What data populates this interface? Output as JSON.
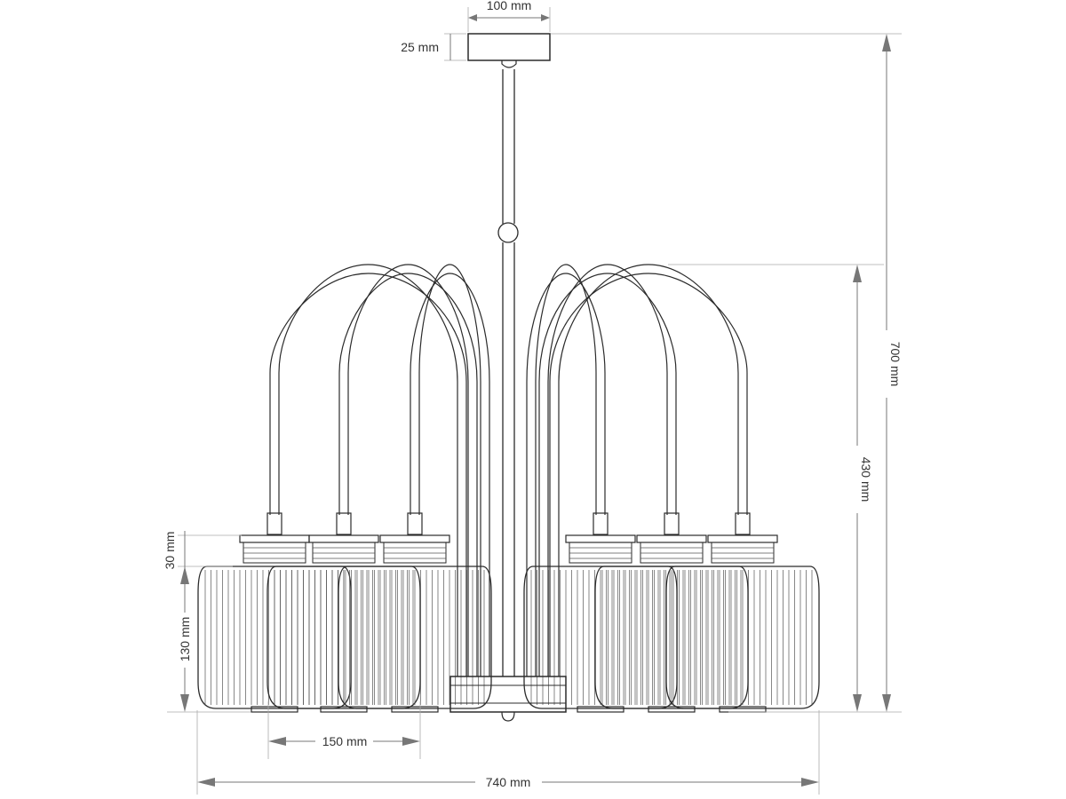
{
  "dimensions": {
    "canopy_width": "100 mm",
    "canopy_height": "25 mm",
    "overall_height": "700 mm",
    "arm_height": "430 mm",
    "cap_height": "30 mm",
    "shade_height": "130 mm",
    "shade_width": "150 mm",
    "overall_width": "740 mm"
  },
  "colors": {
    "line": "#2b2b2b",
    "dimension": "#777777",
    "text": "#333333"
  }
}
